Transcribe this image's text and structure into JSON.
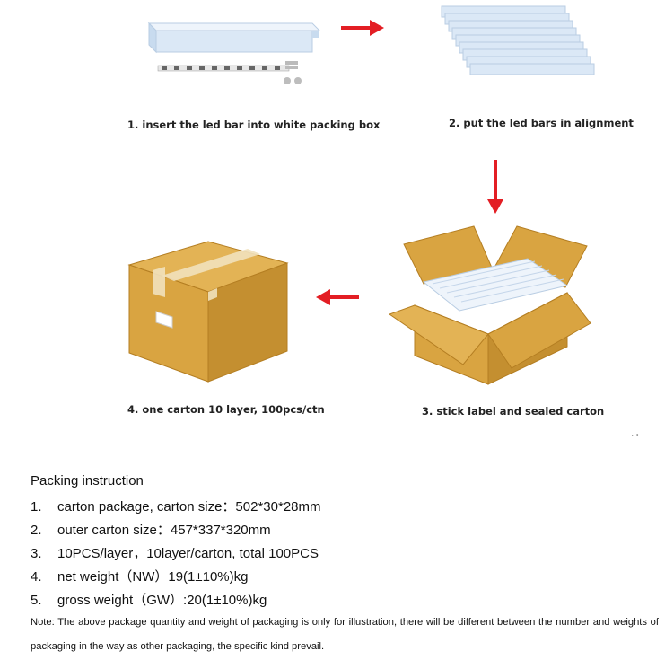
{
  "steps": [
    {
      "label": "1. insert the led bar into white packing box"
    },
    {
      "label": "2. put the led bars in alignment"
    },
    {
      "label": "3. stick label and sealed carton"
    },
    {
      "label": "4. one carton 10 layer, 100pcs/ctn"
    }
  ],
  "stray_mark": "’⁻˚",
  "packing": {
    "title": "Packing instruction",
    "items": [
      {
        "num": "1.",
        "text": "carton package, carton size：502*30*28mm"
      },
      {
        "num": "2.",
        "text": "outer carton size：457*337*320mm"
      },
      {
        "num": "3.",
        "text": "10PCS/layer，10layer/carton, total 100PCS"
      },
      {
        "num": "4.",
        "text": "net weight（NW）19(1±10%)kg"
      },
      {
        "num": "5.",
        "text": "gross weight（GW）:20(1±10%)kg"
      }
    ],
    "note": "Note: The above package quantity and weight of packaging is only for illustration, there will be different between the number and weights of packaging in the way as other packaging, the specific kind prevail."
  },
  "colors": {
    "arrow": "#e31e24",
    "carton": "#d9a441",
    "carton_dark": "#b47e22",
    "tape": "#f1e1bd",
    "led_box": "#dbe8f6"
  }
}
